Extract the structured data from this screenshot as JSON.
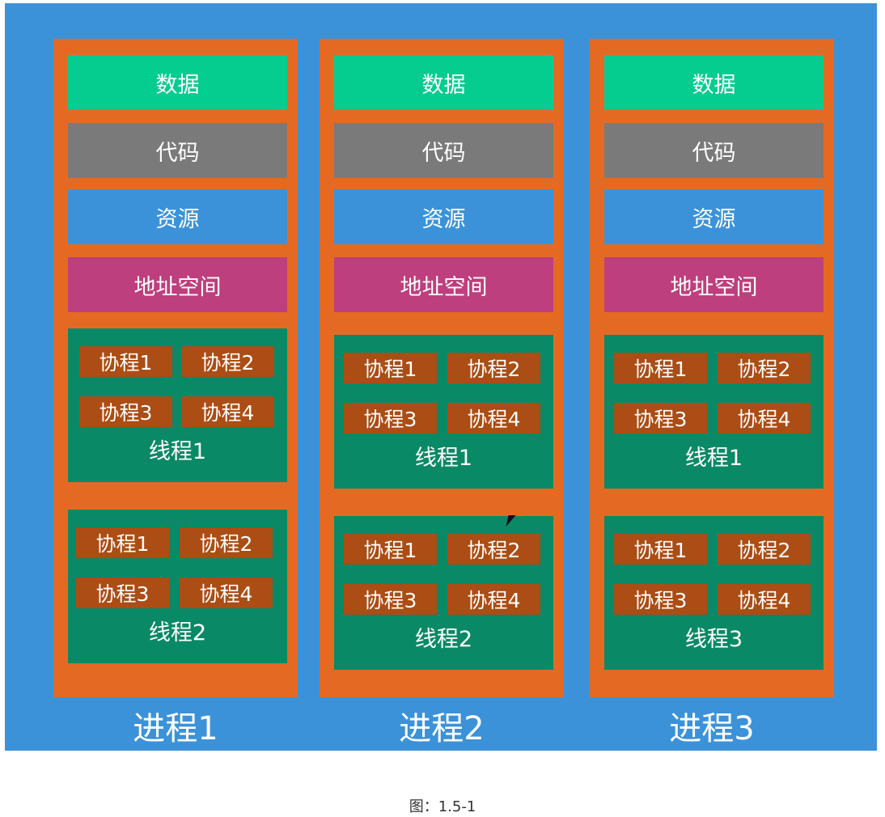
{
  "blocks": {
    "data": "数据",
    "code": "代码",
    "resource": "资源",
    "address_space": "地址空间"
  },
  "coroutines": [
    "协程1",
    "协程2",
    "协程3",
    "协程4"
  ],
  "processes": [
    {
      "label": "进程1",
      "threads": [
        "线程1",
        "线程2"
      ]
    },
    {
      "label": "进程2",
      "threads": [
        "线程1",
        "线程2"
      ]
    },
    {
      "label": "进程3",
      "threads": [
        "线程1",
        "线程3"
      ]
    }
  ],
  "caption": "图：1.5-1",
  "colors": {
    "background": "#3c92d8",
    "process": "#e46a23",
    "data": "#05cc8f",
    "code": "#7a7a7a",
    "resource": "#3c92d8",
    "address_space": "#bd3f7d",
    "thread": "#0a8966",
    "coroutine": "#ab4d14"
  }
}
